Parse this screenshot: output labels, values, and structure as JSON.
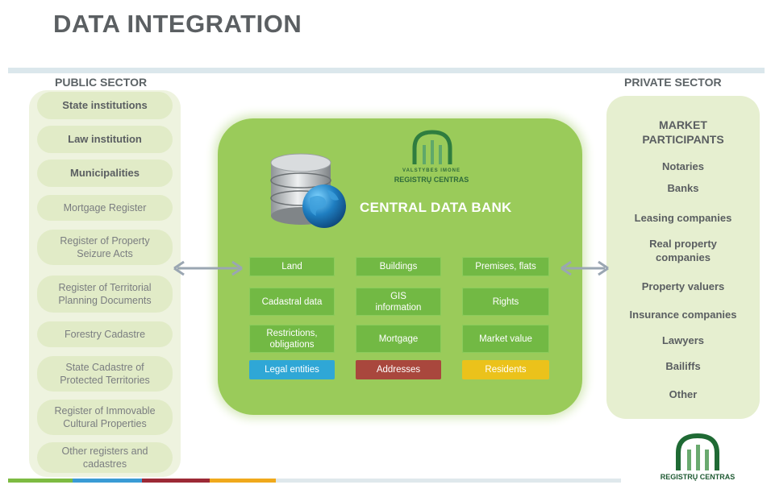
{
  "title": "DATA INTEGRATION",
  "public_sector": {
    "title": "PUBLIC SECTOR",
    "items": [
      "State institutions",
      "Law institution",
      "Municipalities",
      "Mortgage Register",
      "Register of Property Seizure Acts",
      "Register of Territorial Planning Documents",
      "Forestry Cadastre",
      "State Cadastre of Protected Territories",
      "Register of Immovable Cultural Properties",
      "Other registers and cadastres"
    ]
  },
  "private_sector": {
    "title": "PRIVATE SECTOR",
    "heading": "MARKET PARTICIPANTS",
    "items": [
      "Notaries",
      "Banks",
      "Leasing companies",
      "Real property companies",
      "Property valuers",
      "Insurance companies",
      "Lawyers",
      "Bailiffs",
      "Other"
    ]
  },
  "central": {
    "title": "CENTRAL DATA BANK",
    "logo_small": "VALSTYBES IMONE",
    "logo_name": "REGISTRŲ CENTRAS",
    "cells": [
      "Land",
      "Buildings",
      "Premises, flats",
      "Cadastral data",
      "GIS information",
      "Rights",
      "Restrictions, obligations",
      "Mortgage",
      "Market value",
      "Legal entities",
      "Addresses",
      "Residents"
    ]
  },
  "footer_logo": "REGISTRŲ CENTRAS",
  "colors": {
    "central_bg": "#9acb5a",
    "cell_green": "#72b944",
    "legal_entities": "#2fa7d6",
    "addresses": "#a9473d",
    "residents": "#ebc21b",
    "public_panel": "#eef3df",
    "private_panel": "#e6efd0",
    "bar": [
      "#7dbb42",
      "#3a9bd5",
      "#9c2a36",
      "#f0a91b",
      "#dfe8ec"
    ]
  }
}
